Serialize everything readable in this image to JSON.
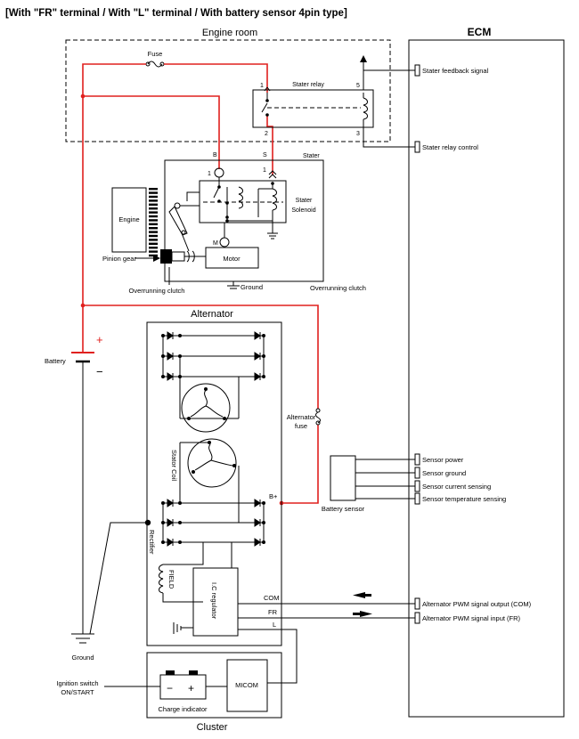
{
  "title": "[With \"FR\" terminal / With \"L\" terminal / With battery sensor 4pin type]",
  "ecm": {
    "title": "ECM",
    "signals": [
      "Stater feedback signal",
      "Stater relay control",
      "Sensor power",
      "Sensor ground",
      "Sensor current sensing",
      "Sensor temperature sensing",
      "Alternator PWM signal output (COM)",
      "Alternator PWM signal input (FR)"
    ]
  },
  "engine_room": {
    "title": "Engine room",
    "fuse": "Fuse",
    "relay": {
      "title": "Stater relay",
      "pins": [
        "1",
        "5",
        "2",
        "3"
      ]
    }
  },
  "starter": {
    "title": "Stater",
    "terminal_b": "B",
    "terminal_s": "S",
    "pin1_b": "1",
    "pin1_s": "1",
    "solenoid": [
      "Stater",
      "Solenoid"
    ],
    "m_label": "M",
    "motor": "Motor",
    "engine": "Engine",
    "pinion_gear": "Pinion gear",
    "overrunning_clutch_left": "Overrunning clutch",
    "ground": "Ground",
    "overrunning_clutch_right": "Overrunning clutch"
  },
  "battery": {
    "label": "Battery",
    "plus": "+",
    "minus": "−"
  },
  "alternator": {
    "title": "Alternator",
    "fuse": [
      "Alternator",
      "fuse"
    ],
    "stator_coil": "Stator Coil",
    "rectifier": "Rectifier",
    "field": "FIELD",
    "regulator": "I.C regulator",
    "b_plus": "B+",
    "com": "COM",
    "fr": "FR",
    "l": "L"
  },
  "battery_sensor": "Battery sensor",
  "ground_label": "Ground",
  "ignition": [
    "Ignition switch",
    "ON/START"
  ],
  "cluster": {
    "title": "Cluster",
    "charge_indicator": "Charge indicator",
    "micom": "MICOM",
    "minus": "−",
    "plus": "+"
  },
  "colors": {
    "power_wire": "#e0201e",
    "line": "#000000"
  }
}
